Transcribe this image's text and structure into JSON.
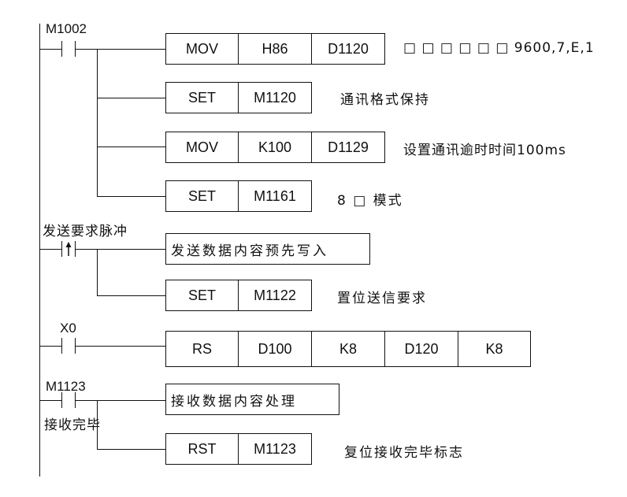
{
  "rungs": {
    "r1": {
      "contact_label": "M1002",
      "rows": {
        "mov_h86": {
          "instr": "MOV",
          "op1": "H86",
          "op2": "D1120",
          "comment": "□ □ □ □ □ □  9600,7,E,1"
        },
        "set_m1120": {
          "instr": "SET",
          "op1": "M1120",
          "comment": "通讯格式保持"
        },
        "mov_k100": {
          "instr": "MOV",
          "op1": "K100",
          "op2": "D1129",
          "comment": "设置通讯逾时时间100ms"
        },
        "set_m1161": {
          "instr": "SET",
          "op1": "M1161",
          "comment": "8 □ 模式"
        }
      }
    },
    "r2": {
      "contact_label": "发送要求脉冲",
      "rows": {
        "write_box": {
          "text": "发送数据内容预先写入"
        },
        "set_m1122": {
          "instr": "SET",
          "op1": "M1122",
          "comment": "置位送信要求"
        }
      }
    },
    "r3": {
      "contact_label": "X0",
      "row": {
        "instr": "RS",
        "op1": "D100",
        "op2": "K8",
        "op3": "D120",
        "op4": "K8"
      }
    },
    "r4": {
      "contact_label": "M1123",
      "contact_sublabel": "接收完毕",
      "rows": {
        "process_box": {
          "text": "接收数据内容处理"
        },
        "rst_m1123": {
          "instr": "RST",
          "op1": "M1123",
          "comment": "复位接收完毕标志"
        }
      }
    }
  }
}
